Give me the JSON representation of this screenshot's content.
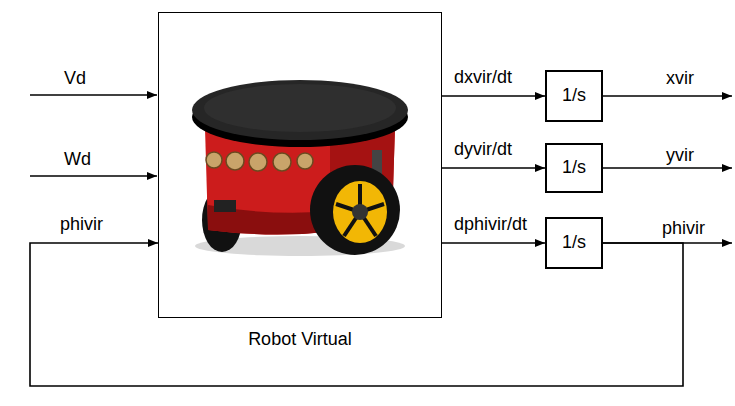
{
  "diagram": {
    "nodes": [
      {
        "text": [
          "Robot Virtual"
        ]
      },
      {
        "text": [
          "1/s"
        ]
      },
      {
        "text": [
          "1/s"
        ]
      },
      {
        "text": [
          "1/s"
        ]
      }
    ],
    "edges": [
      {
        "from": 0,
        "to": 1,
        "arrow": "to",
        "label": "dxvir/dt"
      },
      {
        "from": 0,
        "to": 2,
        "arrow": "to",
        "label": "dyvir/dt"
      },
      {
        "from": 0,
        "to": 3,
        "arrow": "to",
        "label": "dphivir/dt"
      },
      {
        "from": 3,
        "to": 0,
        "arrow": "to",
        "label": "phivir"
      }
    ],
    "labels": [
      "Vd",
      "Wd",
      "xvir",
      "yvir",
      "phivir"
    ]
  }
}
